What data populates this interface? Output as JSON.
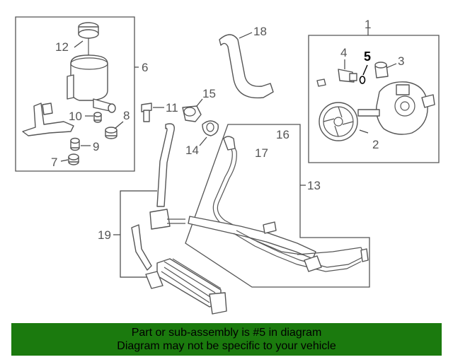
{
  "callouts": {
    "c1": "1",
    "c2": "2",
    "c3": "3",
    "c4": "4",
    "c5": "5",
    "c6": "6",
    "c7": "7",
    "c8": "8",
    "c9": "9",
    "c10": "10",
    "c11": "11",
    "c12": "12",
    "c13": "13",
    "c14": "14",
    "c15": "15",
    "c16": "16",
    "c17": "17",
    "c18": "18",
    "c19": "19"
  },
  "highlight_part": "5",
  "banner": {
    "line1": "Part or sub-assembly is #5 in diagram",
    "line2": "Diagram may not be specific to your vehicle"
  },
  "colors": {
    "banner_bg": "#1b7a0e",
    "line": "#555555"
  }
}
